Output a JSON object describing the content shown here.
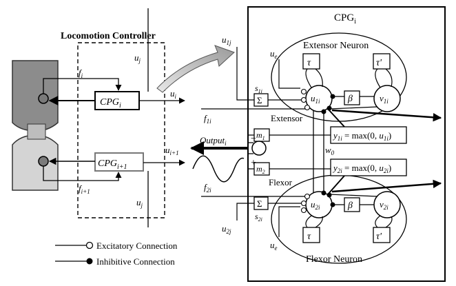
{
  "left": {
    "title": "Locomotion Controller",
    "cpg_top": {
      "base": "CPG",
      "sub": "i"
    },
    "cpg_bottom": {
      "base": "CPG",
      "sub": "i+1"
    },
    "f_top": {
      "base": "f",
      "sub": "i"
    },
    "f_bottom": {
      "base": "f",
      "sub": "i+1"
    },
    "u_out_top": {
      "base": "u",
      "sub": "i"
    },
    "u_out_bottom": {
      "base": "u",
      "sub": "i+1"
    },
    "uj_top": {
      "base": "u",
      "sub": "j"
    },
    "uj_bottom": {
      "base": "u",
      "sub": "j"
    },
    "output": {
      "base": "Output",
      "sub": "i"
    }
  },
  "legend": {
    "excitatory": "Excitatory Connection",
    "inhibitive": "Inhibitive Connection"
  },
  "cpg_detail": {
    "title": {
      "base": "CPG",
      "sub": "i"
    },
    "extensor": {
      "label": "Extensor Neuron",
      "ue": {
        "base": "u",
        "sub": "e"
      },
      "tau": "τ",
      "tau_prime": "τ'",
      "u": {
        "base": "u",
        "sub": "1i"
      },
      "v": {
        "base": "v",
        "sub": "1i"
      },
      "beta": "β",
      "sigma": "Σ",
      "s": {
        "base": "s",
        "sub": "1i"
      },
      "f": {
        "base": "f",
        "sub": "1i"
      },
      "u_in": {
        "base": "u",
        "sub": "1j"
      },
      "y_eq": {
        "pre": "y",
        "sub": "1i",
        "mid": " = max(0, ",
        "ubase": "u",
        "usub": "1i",
        "post": ")"
      },
      "side": "Extensor"
    },
    "flexor": {
      "label": "Flexor Neuron",
      "ue": {
        "base": "u",
        "sub": "e"
      },
      "tau": "τ",
      "tau_prime": "τ'",
      "u": {
        "base": "u",
        "sub": "2i"
      },
      "v": {
        "base": "v",
        "sub": "2i"
      },
      "beta": "β",
      "sigma": "Σ",
      "s": {
        "base": "s",
        "sub": "2i"
      },
      "f": {
        "base": "f",
        "sub": "2i"
      },
      "u_in": {
        "base": "u",
        "sub": "2j"
      },
      "y_eq": {
        "pre": "y",
        "sub": "2i",
        "mid": " = max(0, ",
        "ubase": "u",
        "usub": "2i",
        "post": ")"
      },
      "side": "Flexor"
    },
    "m1": {
      "base": "m",
      "sub": "1"
    },
    "m2": {
      "base": "m",
      "sub": "2"
    },
    "w0": {
      "base": "w",
      "sub": "0"
    },
    "minus": "−",
    "plus": "+"
  }
}
